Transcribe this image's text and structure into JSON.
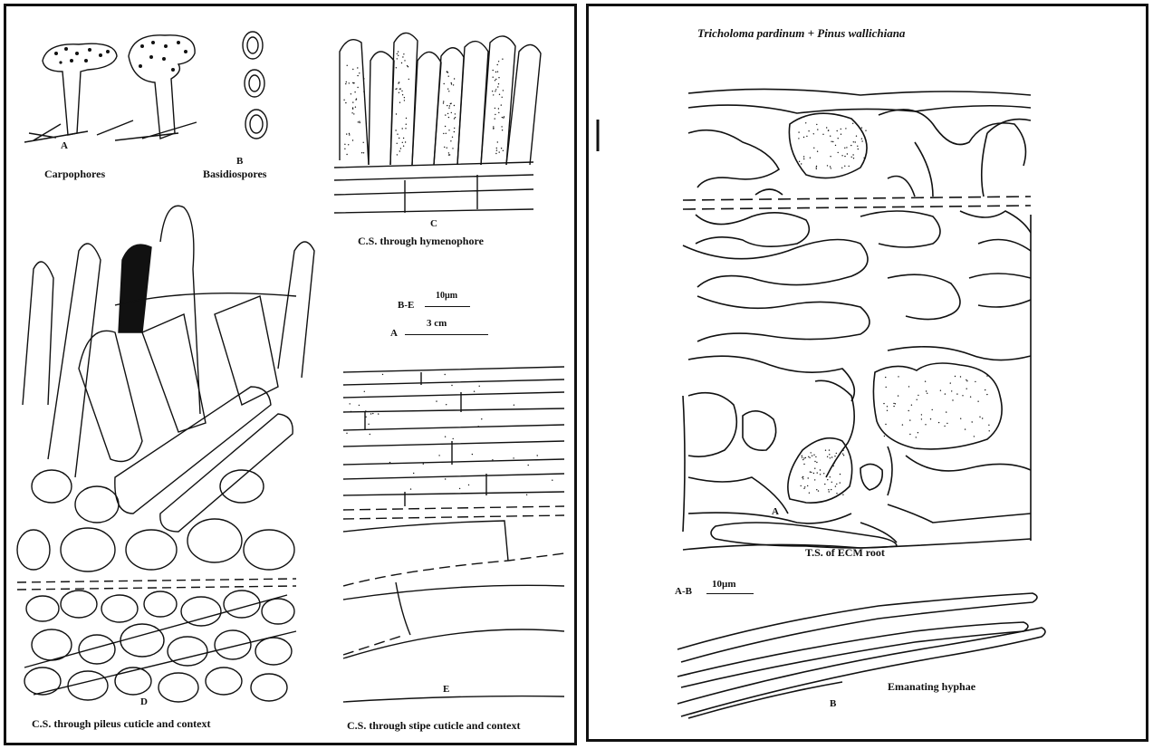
{
  "left_figure": {
    "captions": {
      "carpophores": "Carpophores",
      "basidiospores": "Basidiospores",
      "hymenophore": "C.S. through hymenophore",
      "pileus": "C.S. through pileus cuticle and context",
      "stipe": "C.S. through stipe cuticle and context"
    },
    "letters": {
      "a": "A",
      "b": "B",
      "c": "C",
      "d": "D",
      "e": "E"
    },
    "scale_bars": [
      {
        "prefix": "B-E",
        "value": "10µm"
      },
      {
        "prefix": "A",
        "value": "3 cm"
      }
    ]
  },
  "right_figure": {
    "title": "Tricholoma pardinum + Pinus wallichiana",
    "captions": {
      "root": "T.S. of ECM root",
      "hyphae": "Emanating hyphae"
    },
    "letters": {
      "a": "A",
      "b": "B"
    },
    "scale_bar": {
      "prefix": "A-B",
      "value": "10µm"
    }
  },
  "colors": {
    "ink": "#111111",
    "background": "#ffffff"
  }
}
